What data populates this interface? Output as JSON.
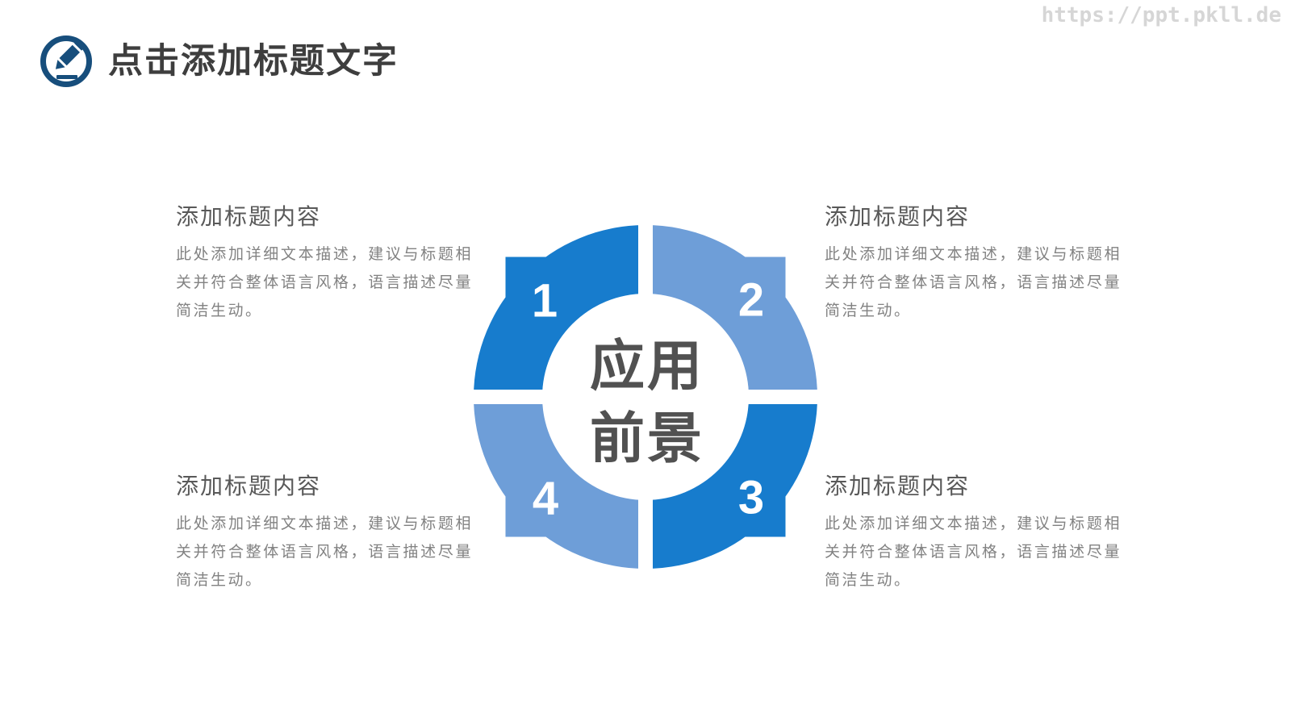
{
  "watermark": {
    "url_text": "https://ppt.pkll.de"
  },
  "header": {
    "title": "点击添加标题文字",
    "icon": "pencil-in-circle",
    "icon_color": "#174E7C"
  },
  "diagram": {
    "center_line1": "应用",
    "center_line2": "前景",
    "colors": {
      "dark_blue": "#177CCD",
      "light_blue": "#6E9ED8",
      "center_text": "#515151",
      "number_text": "#FFFFFF"
    },
    "segments": [
      {
        "number": "1",
        "color": "#177CCD"
      },
      {
        "number": "2",
        "color": "#6E9ED8"
      },
      {
        "number": "3",
        "color": "#177CCD"
      },
      {
        "number": "4",
        "color": "#6E9ED8"
      }
    ]
  },
  "blocks": [
    {
      "position": "top-left",
      "heading": "添加标题内容",
      "body": "此处添加详细文本描述，建议与标题相关并符合整体语言风格，语言描述尽量简洁生动。"
    },
    {
      "position": "top-right",
      "heading": "添加标题内容",
      "body": "此处添加详细文本描述，建议与标题相关并符合整体语言风格，语言描述尽量简洁生动。"
    },
    {
      "position": "bottom-left",
      "heading": "添加标题内容",
      "body": "此处添加详细文本描述，建议与标题相关并符合整体语言风格，语言描述尽量简洁生动。"
    },
    {
      "position": "bottom-right",
      "heading": "添加标题内容",
      "body": "此处添加详细文本描述，建议与标题相关并符合整体语言风格，语言描述尽量简洁生动。"
    }
  ]
}
